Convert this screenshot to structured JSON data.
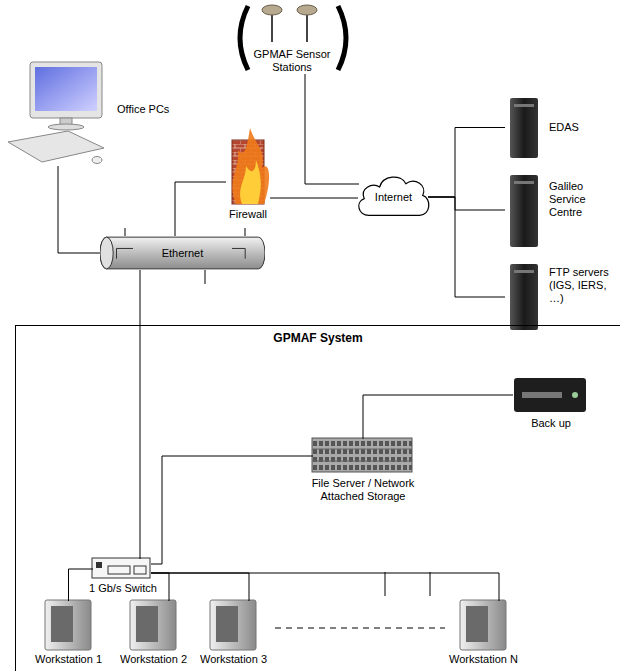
{
  "diagram": {
    "nodes": [
      {
        "text": [
          "GPMAF Sensor Stations"
        ]
      },
      {
        "text": [
          "Office PCs"
        ]
      },
      {
        "text": [
          "Firewall"
        ]
      },
      {
        "text": [
          "Internet"
        ]
      },
      {
        "text": [
          "EDAS"
        ]
      },
      {
        "text": [
          "Galileo Service Centre"
        ]
      },
      {
        "text": [
          "FTP servers (IGS, IERS, …)"
        ]
      },
      {
        "text": [
          "Ethernet"
        ]
      },
      {
        "text": [
          "GPMAF System"
        ]
      },
      {
        "text": [
          "Back up"
        ],
        "in": 8
      },
      {
        "text": [
          "File Server / Network Attached Storage"
        ],
        "in": 8
      },
      {
        "text": [
          "1 Gb/s Switch"
        ],
        "in": 8
      },
      {
        "text": [
          "Workstation 1"
        ],
        "in": 8
      },
      {
        "text": [
          "Workstation 2"
        ],
        "in": 8
      },
      {
        "text": [
          "Workstation 3"
        ],
        "in": 8
      },
      {
        "text": [
          "Workstation N"
        ],
        "in": 8
      }
    ],
    "edges": [
      {
        "from": 0,
        "to": 3,
        "arrow": "none"
      },
      {
        "from": 1,
        "to": 7,
        "arrow": "none"
      },
      {
        "from": 7,
        "to": 2,
        "arrow": "none"
      },
      {
        "from": 2,
        "to": 3,
        "arrow": "none"
      },
      {
        "from": 3,
        "to": 4,
        "arrow": "none"
      },
      {
        "from": 3,
        "to": 5,
        "arrow": "none"
      },
      {
        "from": 3,
        "to": 6,
        "arrow": "none"
      },
      {
        "from": 7,
        "to": 11,
        "arrow": "none"
      },
      {
        "from": 11,
        "to": 10,
        "arrow": "none"
      },
      {
        "from": 10,
        "to": 9,
        "arrow": "none"
      },
      {
        "from": 11,
        "to": 12,
        "arrow": "none"
      },
      {
        "from": 11,
        "to": 13,
        "arrow": "none"
      },
      {
        "from": 11,
        "to": 14,
        "arrow": "none"
      },
      {
        "from": 11,
        "to": 15,
        "arrow": "none"
      }
    ]
  }
}
